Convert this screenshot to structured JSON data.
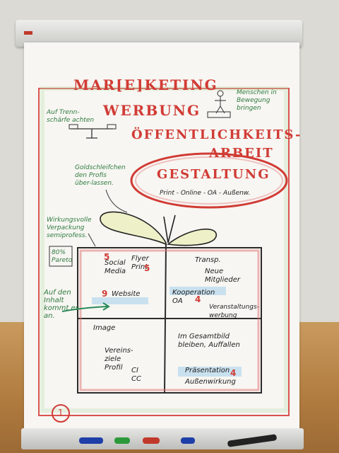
{
  "title": [
    "MAR[E]KETING",
    "WERBUNG",
    "ÖFFENTLICHKEITS-",
    "ARBEIT"
  ],
  "gestaltung": "GESTALTUNG",
  "gestaltung_sub": "Print - Online - OA - Außenw.",
  "notes": {
    "menschen": "Menschen in Bewegung bringen",
    "trennschaerfe": "Auf Trenn-schärfe achten",
    "goldschleifchen": "Goldschleifchen den Profis über-lassen.",
    "wirkungsvolle": "Wirkungsvolle Verpackung semiprofess.",
    "pareto": "80% Pareto",
    "inhalt": "Auf den Inhalt kommt es an."
  },
  "grid": {
    "q1": {
      "social": "Social Media",
      "flyer": "Flyer Print",
      "website": "Website",
      "num_social": "5",
      "num_flyer": "5",
      "num_website": "9"
    },
    "q2": {
      "transp": "Transp.",
      "neue": "Neue Mitglieder",
      "kooperation": "Kooperation OA",
      "num_koop": "4",
      "veranstaltung": "Veranstaltungs-werbung"
    },
    "q3": {
      "image": "Image",
      "vereinsziele": "Vereins-ziele Profil",
      "ci": "CI CC"
    },
    "q4": {
      "gesamtbild": "Im Gesamtbild bleiben, Auffallen",
      "praesentation": "Präsentation",
      "num_praes": "4",
      "aussenwirkung": "Außenwirkung"
    }
  },
  "page_number": "1",
  "colors": {
    "red": "#d13b35",
    "green": "#2f7a3f",
    "paper": "#f7f6f2"
  }
}
